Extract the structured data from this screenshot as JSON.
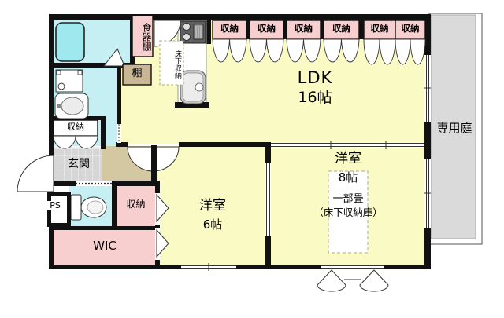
{
  "floorplan": {
    "rooms": {
      "ldk": {
        "name": "LDK",
        "size": "16帖"
      },
      "bedroom8": {
        "name": "洋室",
        "size": "8帖",
        "note1": "一部畳",
        "note2": "（床下収納庫）"
      },
      "bedroom6": {
        "name": "洋室",
        "size": "6帖"
      },
      "wic": {
        "name": "WIC"
      },
      "entrance": {
        "name": "玄関"
      },
      "garden": {
        "name": "専用庭"
      }
    },
    "closets_top": [
      "収納",
      "収納",
      "収納",
      "収納",
      "収納",
      "収納"
    ],
    "labels": {
      "closet_washroom": "収納",
      "closet_bedroom": "収納",
      "dish_cabinet": "食器棚",
      "shelf": "棚",
      "underfloor_storage": "床下収納",
      "pipe_space": "PS"
    },
    "colors": {
      "room_yellow": "#FAFAC5",
      "wet_cyan": "#C6EFF4",
      "bathtub_cyan": "#9FE8EE",
      "storage_pink": "#F7CFCF",
      "hall_tan": "#D4C8A2",
      "shelf_tan": "#C9B695",
      "entrance_tile": "#D6D6D6",
      "garden_gray": "#DADADA",
      "wall_black": "#111111"
    }
  }
}
